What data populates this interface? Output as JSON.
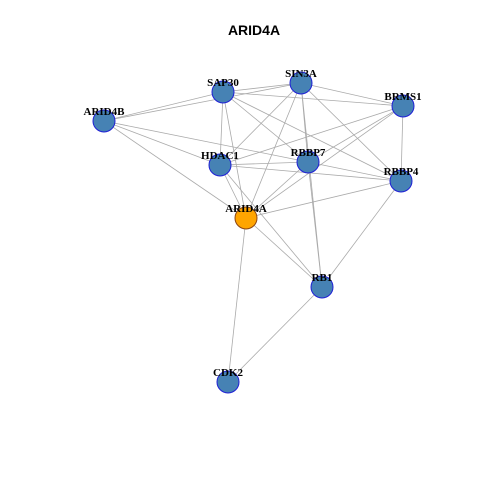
{
  "title": "ARID4A",
  "colors": {
    "node_fill": "#4682b4",
    "node_stroke": "#1f1fd6",
    "focus_fill": "#ffa500",
    "focus_stroke": "#8b4513",
    "edge": "#aaaaaa"
  },
  "network": {
    "focus_node": "ARID4A",
    "nodes": [
      {
        "id": "SAP30",
        "label": "SAP30"
      },
      {
        "id": "SIN3A",
        "label": "SIN3A"
      },
      {
        "id": "BRMS1",
        "label": "BRMS1"
      },
      {
        "id": "ARID4B",
        "label": "ARID4B"
      },
      {
        "id": "HDAC1",
        "label": "HDAC1"
      },
      {
        "id": "RBBP7",
        "label": "RBBP7"
      },
      {
        "id": "RBBP4",
        "label": "RBBP4"
      },
      {
        "id": "ARID4A",
        "label": "ARID4A"
      },
      {
        "id": "RB1",
        "label": "RB1"
      },
      {
        "id": "CDK2",
        "label": "CDK2"
      }
    ],
    "edges": [
      [
        "SAP30",
        "SIN3A"
      ],
      [
        "SAP30",
        "BRMS1"
      ],
      [
        "SAP30",
        "ARID4B"
      ],
      [
        "SAP30",
        "HDAC1"
      ],
      [
        "SAP30",
        "RBBP7"
      ],
      [
        "SAP30",
        "RBBP4"
      ],
      [
        "SAP30",
        "ARID4A"
      ],
      [
        "SIN3A",
        "BRMS1"
      ],
      [
        "SIN3A",
        "ARID4B"
      ],
      [
        "SIN3A",
        "HDAC1"
      ],
      [
        "SIN3A",
        "RBBP7"
      ],
      [
        "SIN3A",
        "RBBP4"
      ],
      [
        "SIN3A",
        "ARID4A"
      ],
      [
        "SIN3A",
        "RB1"
      ],
      [
        "BRMS1",
        "HDAC1"
      ],
      [
        "BRMS1",
        "RBBP7"
      ],
      [
        "BRMS1",
        "RBBP4"
      ],
      [
        "BRMS1",
        "ARID4A"
      ],
      [
        "ARID4B",
        "HDAC1"
      ],
      [
        "ARID4B",
        "RBBP7"
      ],
      [
        "ARID4B",
        "ARID4A"
      ],
      [
        "HDAC1",
        "RBBP7"
      ],
      [
        "HDAC1",
        "RBBP4"
      ],
      [
        "HDAC1",
        "ARID4A"
      ],
      [
        "HDAC1",
        "RB1"
      ],
      [
        "RBBP7",
        "RBBP4"
      ],
      [
        "RBBP7",
        "ARID4A"
      ],
      [
        "RBBP7",
        "RB1"
      ],
      [
        "RBBP4",
        "ARID4A"
      ],
      [
        "RBBP4",
        "RB1"
      ],
      [
        "ARID4A",
        "RB1"
      ],
      [
        "ARID4A",
        "CDK2"
      ],
      [
        "RB1",
        "CDK2"
      ]
    ]
  }
}
